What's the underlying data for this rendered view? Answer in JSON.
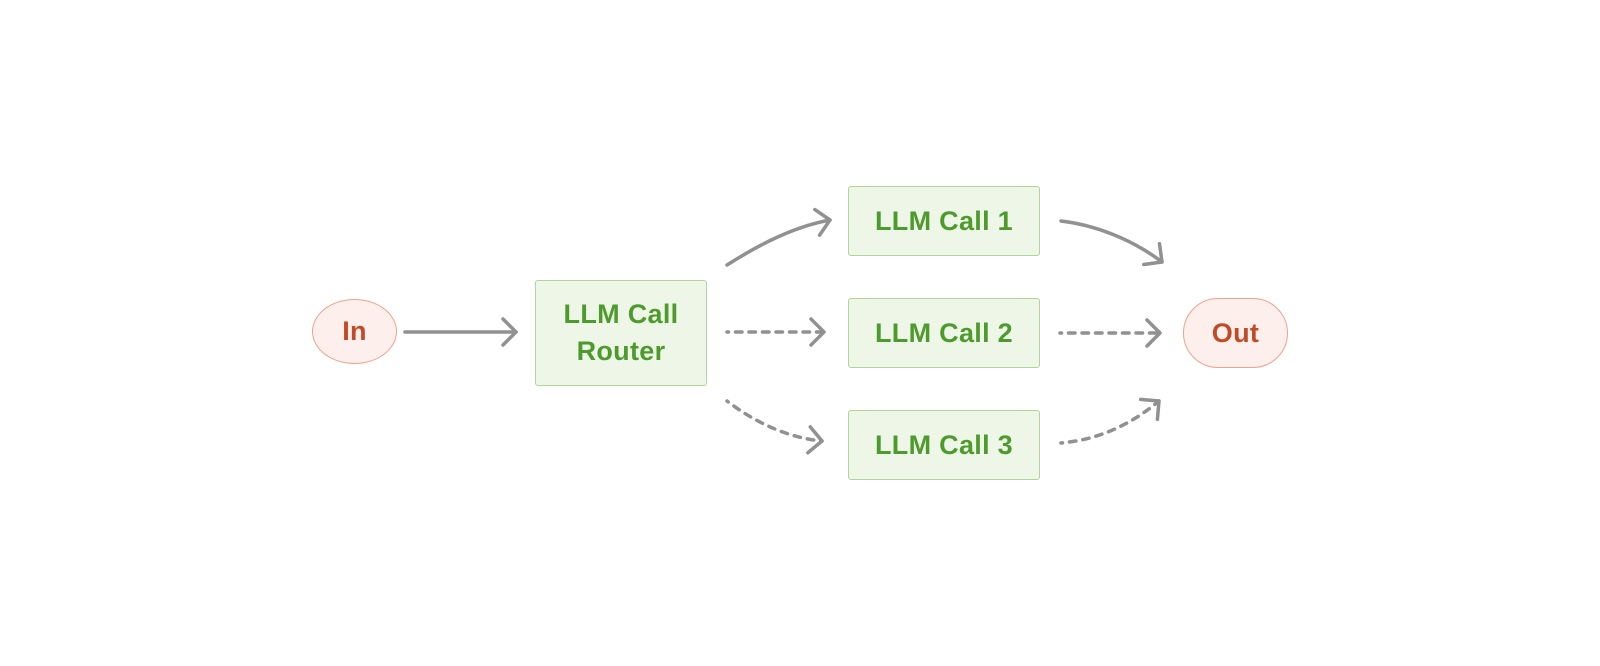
{
  "colors": {
    "background": "#ffffff",
    "terminal-fill": "#fdf0ec",
    "terminal-border": "#f0a18b",
    "terminal-text": "#c04b27",
    "process-fill": "#eef6e7",
    "process-border": "#b2d49a",
    "process-text": "#4e9b2d",
    "arrow": "#919191"
  },
  "nodes": {
    "in": {
      "label": "In",
      "shape": "pill"
    },
    "router": {
      "label": "LLM Call Router",
      "shape": "box"
    },
    "call1": {
      "label": "LLM Call 1",
      "shape": "box"
    },
    "call2": {
      "label": "LLM Call 2",
      "shape": "box"
    },
    "call3": {
      "label": "LLM Call 3",
      "shape": "box"
    },
    "out": {
      "label": "Out",
      "shape": "pill"
    }
  },
  "edges": [
    {
      "from": "In",
      "to": "LLM Call Router",
      "line": "solid"
    },
    {
      "from": "LLM Call Router",
      "to": "LLM Call 1",
      "line": "solid"
    },
    {
      "from": "LLM Call Router",
      "to": "LLM Call 2",
      "line": "dashed"
    },
    {
      "from": "LLM Call Router",
      "to": "LLM Call 3",
      "line": "dashed"
    },
    {
      "from": "LLM Call 1",
      "to": "Out",
      "line": "solid"
    },
    {
      "from": "LLM Call 2",
      "to": "Out",
      "line": "dashed"
    },
    {
      "from": "LLM Call 3",
      "to": "Out",
      "line": "dashed"
    }
  ]
}
